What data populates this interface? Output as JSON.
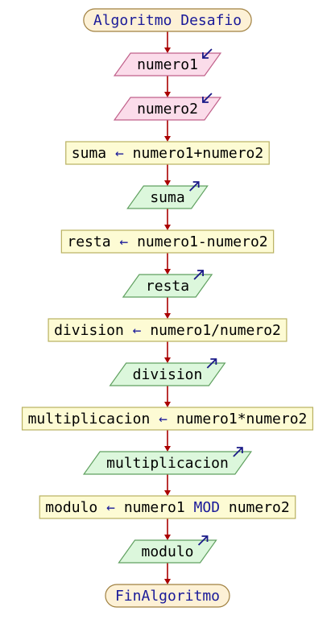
{
  "start": {
    "label": "Algoritmo Desafio"
  },
  "end": {
    "label": "FinAlgoritmo"
  },
  "steps": [
    {
      "type": "input",
      "text": "numero1"
    },
    {
      "type": "input",
      "text": "numero2"
    },
    {
      "type": "assign",
      "target": "suma",
      "arrow": "←",
      "expr": "numero1+numero2"
    },
    {
      "type": "output",
      "text": "suma"
    },
    {
      "type": "assign",
      "target": "resta",
      "arrow": "←",
      "expr": "numero1-numero2"
    },
    {
      "type": "output",
      "text": "resta"
    },
    {
      "type": "assign",
      "target": "division",
      "arrow": "←",
      "expr": "numero1/numero2"
    },
    {
      "type": "output",
      "text": "division"
    },
    {
      "type": "assign",
      "target": "multiplicacion",
      "arrow": "←",
      "expr": "numero1*numero2"
    },
    {
      "type": "output",
      "text": "multiplicacion"
    },
    {
      "type": "assign",
      "target": "modulo",
      "arrow": "←",
      "expr_parts": [
        "numero1 ",
        "MOD",
        " numero2"
      ]
    },
    {
      "type": "output",
      "text": "modulo"
    }
  ],
  "colors": {
    "terminal_fill": "#fdf1d6",
    "terminal_stroke": "#a08040",
    "input_fill": "#fbdcea",
    "input_stroke": "#c0608a",
    "output_fill": "#dcf7dc",
    "output_stroke": "#60a060",
    "process_fill": "#fdfbd4",
    "process_stroke": "#b8b060",
    "connector": "#aa0000",
    "keyword": "#1a1a99",
    "io_arrow": "#1a1a88"
  }
}
